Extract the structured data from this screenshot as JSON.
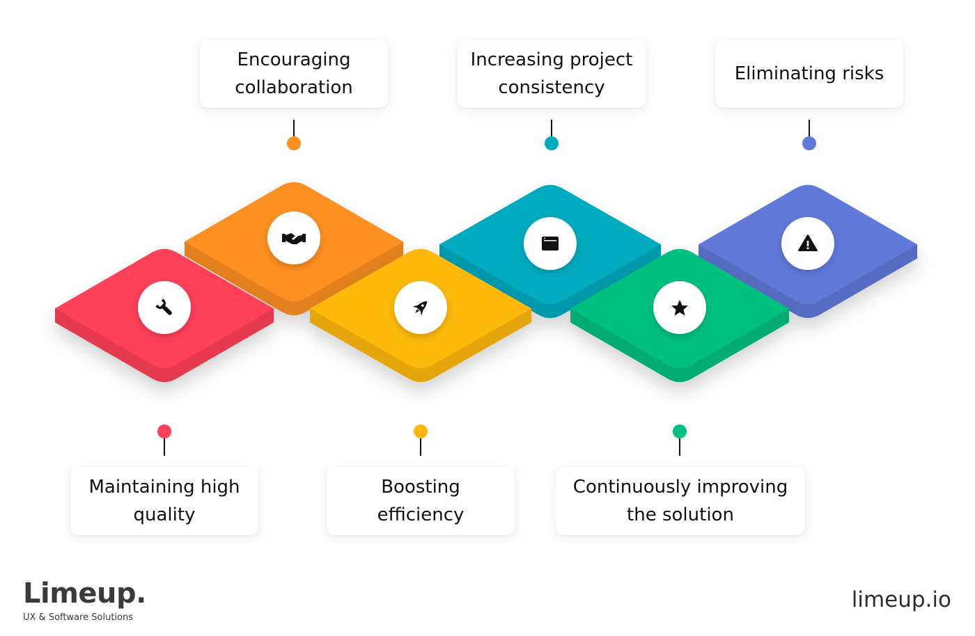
{
  "steps": [
    {
      "label": "Maintaining high\nquality",
      "color": "#fe4059",
      "icon": "wrench-icon"
    },
    {
      "label": "Encouraging\ncollaboration",
      "color": "#fd9020",
      "icon": "handshake-icon"
    },
    {
      "label": "Boosting\nefficiency",
      "color": "#feb90a",
      "icon": "rocket-icon"
    },
    {
      "label": "Increasing project\nconsistency",
      "color": "#00abc0",
      "icon": "browser-window-icon"
    },
    {
      "label": "Continuously improving\nthe solution",
      "color": "#00c07f",
      "icon": "star-icon"
    },
    {
      "label": "Eliminating risks",
      "color": "#6179d9",
      "icon": "warning-icon"
    }
  ],
  "brand": {
    "name": "Limeup.",
    "tagline": "UX & Software Solutions"
  },
  "site_url": "limeup.io"
}
